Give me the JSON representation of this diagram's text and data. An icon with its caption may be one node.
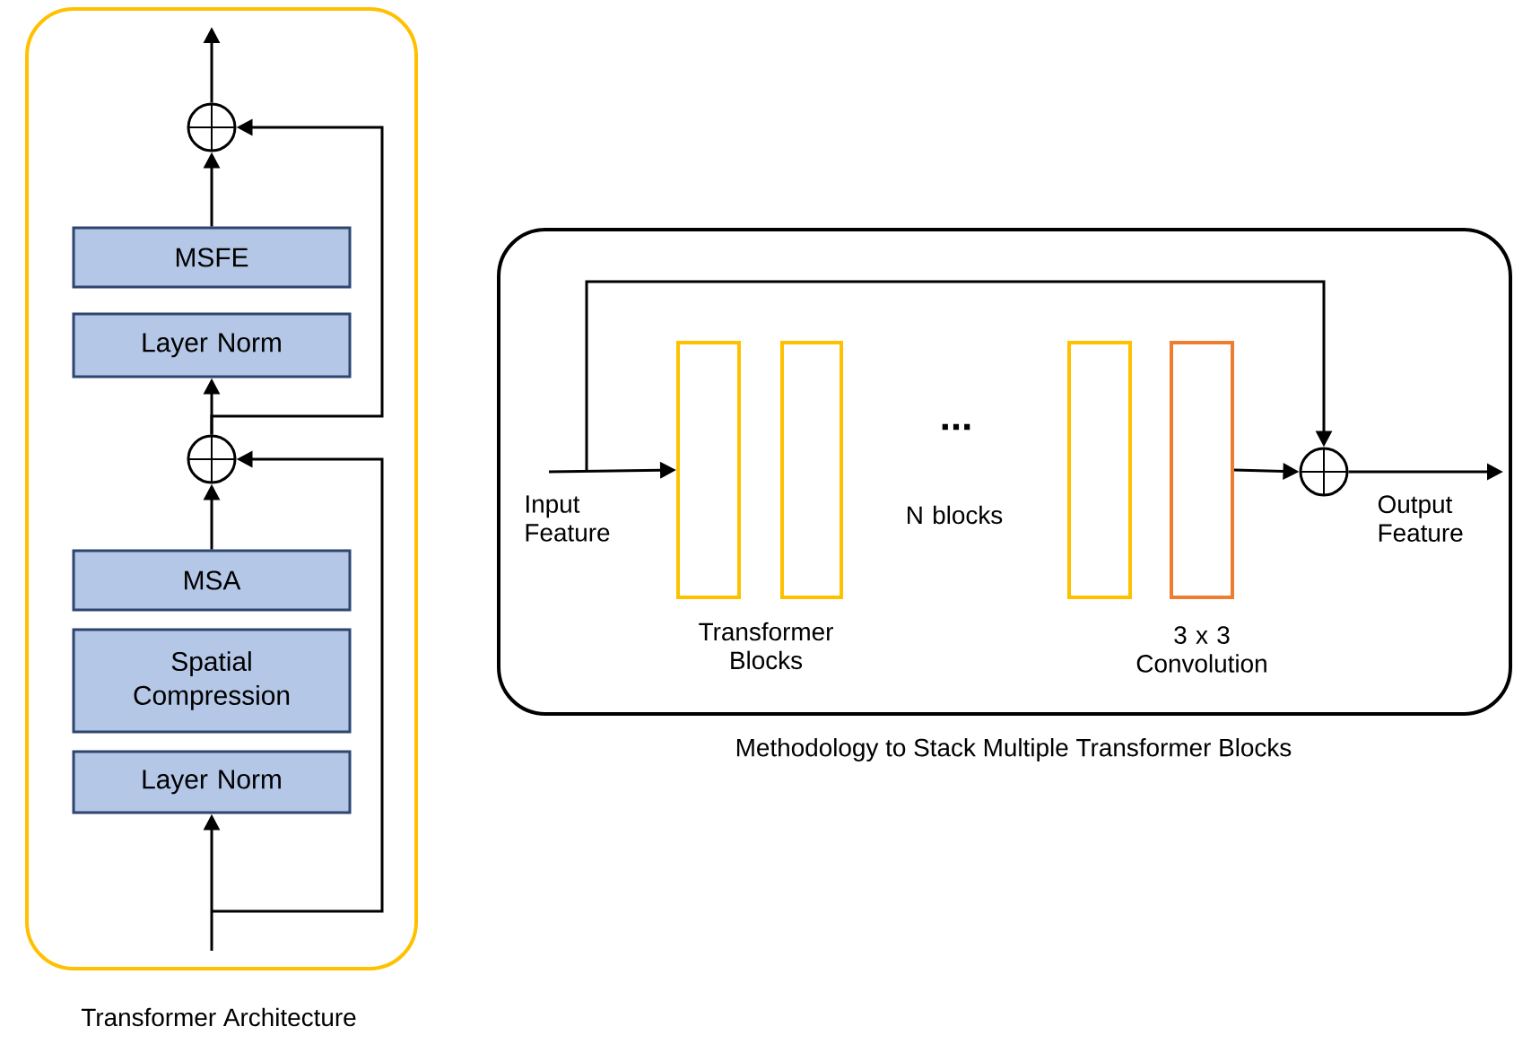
{
  "diagram": {
    "nodes": [
      {
        "text": [
          "Transformer Architecture"
        ]
      },
      {
        "text": [
          "MSFE"
        ],
        "in": 0
      },
      {
        "text": [
          "Layer Norm"
        ],
        "in": 0
      },
      {
        "text": [
          "MSA"
        ],
        "in": 0
      },
      {
        "text": [
          "Spatial Compression"
        ],
        "in": 0
      },
      {
        "text": [
          "Layer Norm"
        ],
        "in": 0
      },
      {
        "text": [],
        "shape": "circle",
        "in": 0
      },
      {
        "text": [],
        "shape": "circle",
        "in": 0
      },
      {
        "text": [
          "Methodology to Stack Multiple Transformer Blocks"
        ]
      },
      {
        "text": [
          "Input Feature"
        ],
        "in": 8
      },
      {
        "text": [],
        "shape": "box",
        "in": 8
      },
      {
        "text": [],
        "shape": "box",
        "in": 8
      },
      {
        "text": [],
        "shape": "box",
        "in": 8
      },
      {
        "text": [],
        "shape": "box",
        "in": 8,
        "beside": [
          "3 x 3 Convolution"
        ]
      },
      {
        "text": [],
        "shape": "circle",
        "in": 8
      },
      {
        "text": [
          "Output Feature"
        ],
        "in": 8
      }
    ],
    "edges": [
      {
        "from": null,
        "to": 5,
        "arrow": "to"
      },
      {
        "from": 3,
        "to": 7,
        "arrow": "to"
      },
      {
        "from": 7,
        "to": 2,
        "arrow": "to"
      },
      {
        "from": 1,
        "to": 6,
        "arrow": "to"
      },
      {
        "from": 6,
        "to": null,
        "arrow": "to"
      },
      {
        "from": null,
        "to": 7,
        "arrow": "to"
      },
      {
        "from": 7,
        "to": 6,
        "arrow": "to"
      },
      {
        "from": 9,
        "to": 10,
        "arrow": "to"
      },
      {
        "from": 13,
        "to": 14,
        "arrow": "to"
      },
      {
        "from": 14,
        "to": 15,
        "arrow": "to"
      },
      {
        "from": 9,
        "to": 14,
        "arrow": "to"
      }
    ],
    "labels": [
      "Transformer Blocks",
      "...",
      "N blocks"
    ]
  }
}
